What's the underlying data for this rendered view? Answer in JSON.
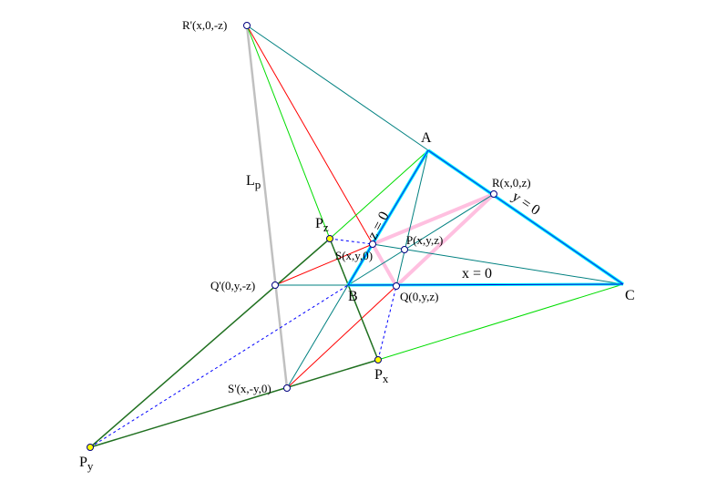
{
  "labels": {
    "r_prime": "R'(x,0,-z)",
    "a": "A",
    "r": "R(x,0,z)",
    "c": "C",
    "b": "B",
    "q": "Q(0,y,z)",
    "q_prime": "Q'(0,y,-z)",
    "s": "S(x,y,0)",
    "p": "P(x,y,z)",
    "pz": "P",
    "pz_sub": "z",
    "px": "P",
    "px_sub": "x",
    "py": "P",
    "py_sub": "y",
    "s_prime": "S'(x,-y,0)",
    "lp": "L",
    "lp_sub": "p",
    "z0": "z = 0",
    "y0": "y = 0",
    "x0": "x = 0"
  },
  "colors": {
    "teal": "#008080",
    "red": "#ff0000",
    "green": "#00dd00",
    "darkgreen": "#207020",
    "blue": "#0055ee",
    "cyan": "#00ffff",
    "pink": "#ffc0e0",
    "gray": "#c0c0c0",
    "yellow": "#ffff00"
  }
}
